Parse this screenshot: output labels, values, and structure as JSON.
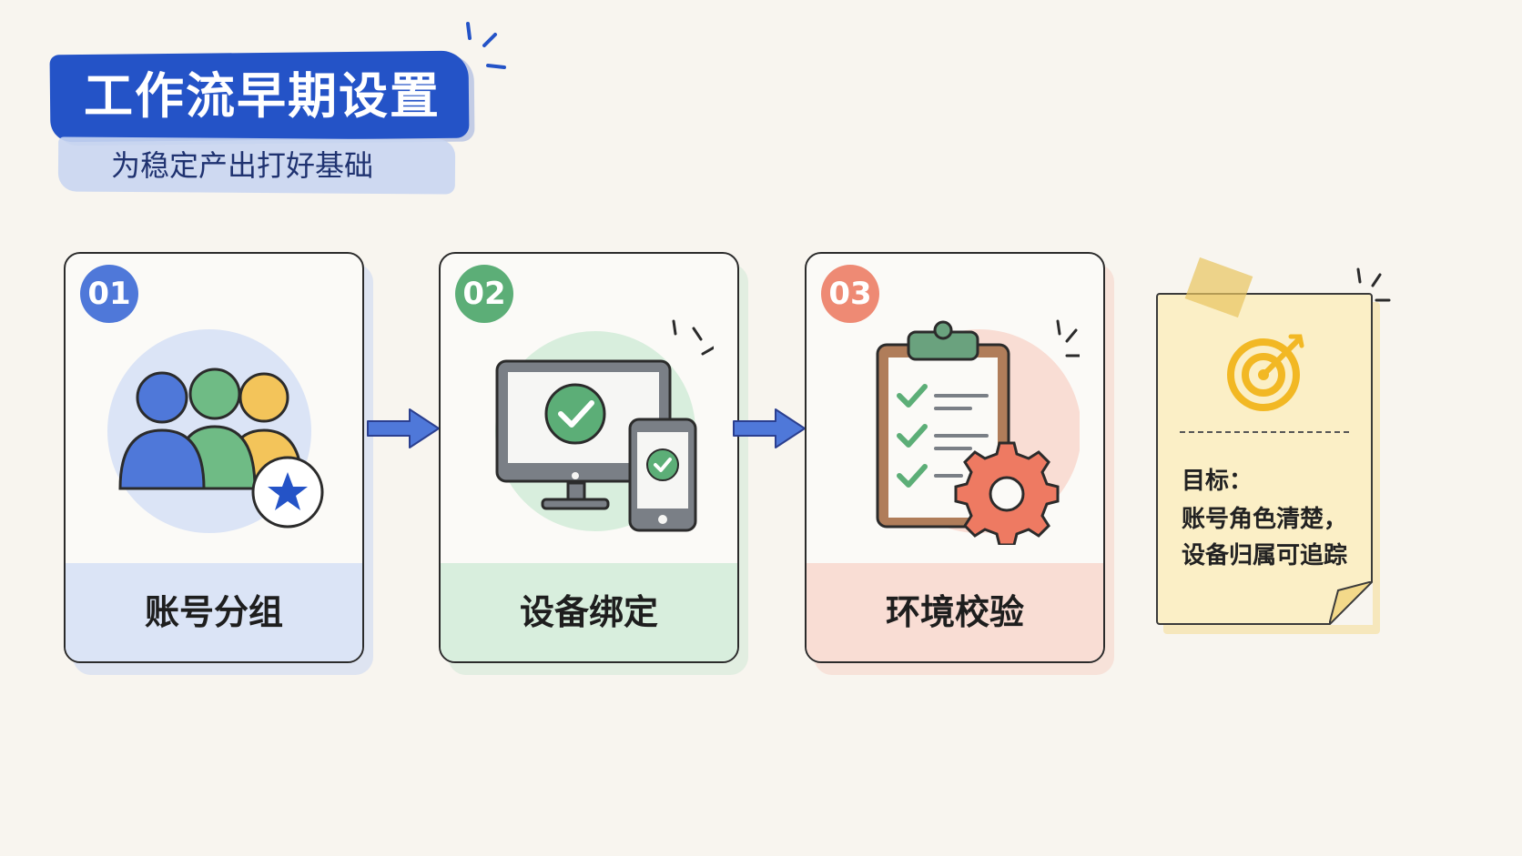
{
  "header": {
    "title": "工作流早期设置",
    "subtitle": "为稳定产出打好基础"
  },
  "steps": [
    {
      "number": "01",
      "label": "账号分组",
      "color": "#4f78d9",
      "tint": "#dbe4f6"
    },
    {
      "number": "02",
      "label": "设备绑定",
      "color": "#5cae77",
      "tint": "#d8eedd"
    },
    {
      "number": "03",
      "label": "环境校验",
      "color": "#ee8a74",
      "tint": "#f9ddd4"
    }
  ],
  "note": {
    "line1": "目标：",
    "line2": "账号角色清楚，",
    "line3": "设备归属可追踪",
    "accent": "#f2b824"
  },
  "arrow_color": "#4f78d9"
}
